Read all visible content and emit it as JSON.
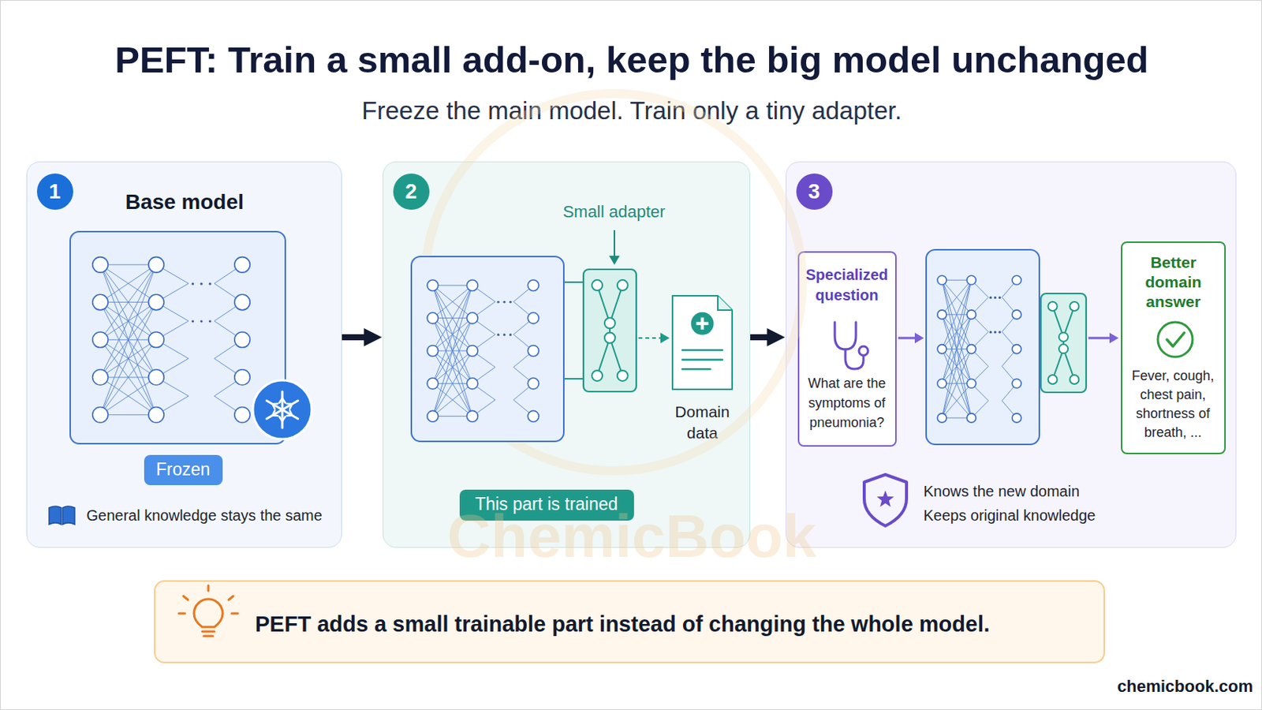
{
  "diagram": {
    "title": "PEFT: Train a small add-on, keep the big model unchanged",
    "caption": "Freeze the main model. Train only a tiny adapter.",
    "nodes": [
      {
        "text": [
          "Base model",
          "General knowledge stays the same"
        ]
      },
      {
        "text": [
          "1"
        ],
        "in": 0
      },
      {
        "text": [
          "Frozen"
        ],
        "in": 0
      },
      {
        "text": [
          "Small adapter"
        ]
      },
      {
        "text": [
          "2"
        ],
        "in": 3
      },
      {
        "text": [
          "Domain data"
        ],
        "in": 3
      },
      {
        "text": [
          "This part is trained"
        ],
        "in": 3
      },
      {
        "text": [
          "Knows the new domain",
          "Keeps original knowledge"
        ]
      },
      {
        "text": [
          "3"
        ],
        "in": 7
      },
      {
        "text": [
          "Specialized question",
          "What are the symptoms of pneumonia?"
        ],
        "in": 7
      },
      {
        "text": [
          "Better domain answer",
          "Fever, cough, chest pain, shortness of breath, ..."
        ],
        "in": 7
      },
      {
        "text": [
          "PEFT adds a small trainable part instead of changing the whole model."
        ]
      }
    ],
    "edges": [
      {
        "from": 0,
        "to": 3,
        "arrow": "to"
      },
      {
        "from": 3,
        "to": 7,
        "arrow": "to"
      }
    ],
    "labels": [
      "ChemicBook",
      "chemicbook.com"
    ]
  }
}
